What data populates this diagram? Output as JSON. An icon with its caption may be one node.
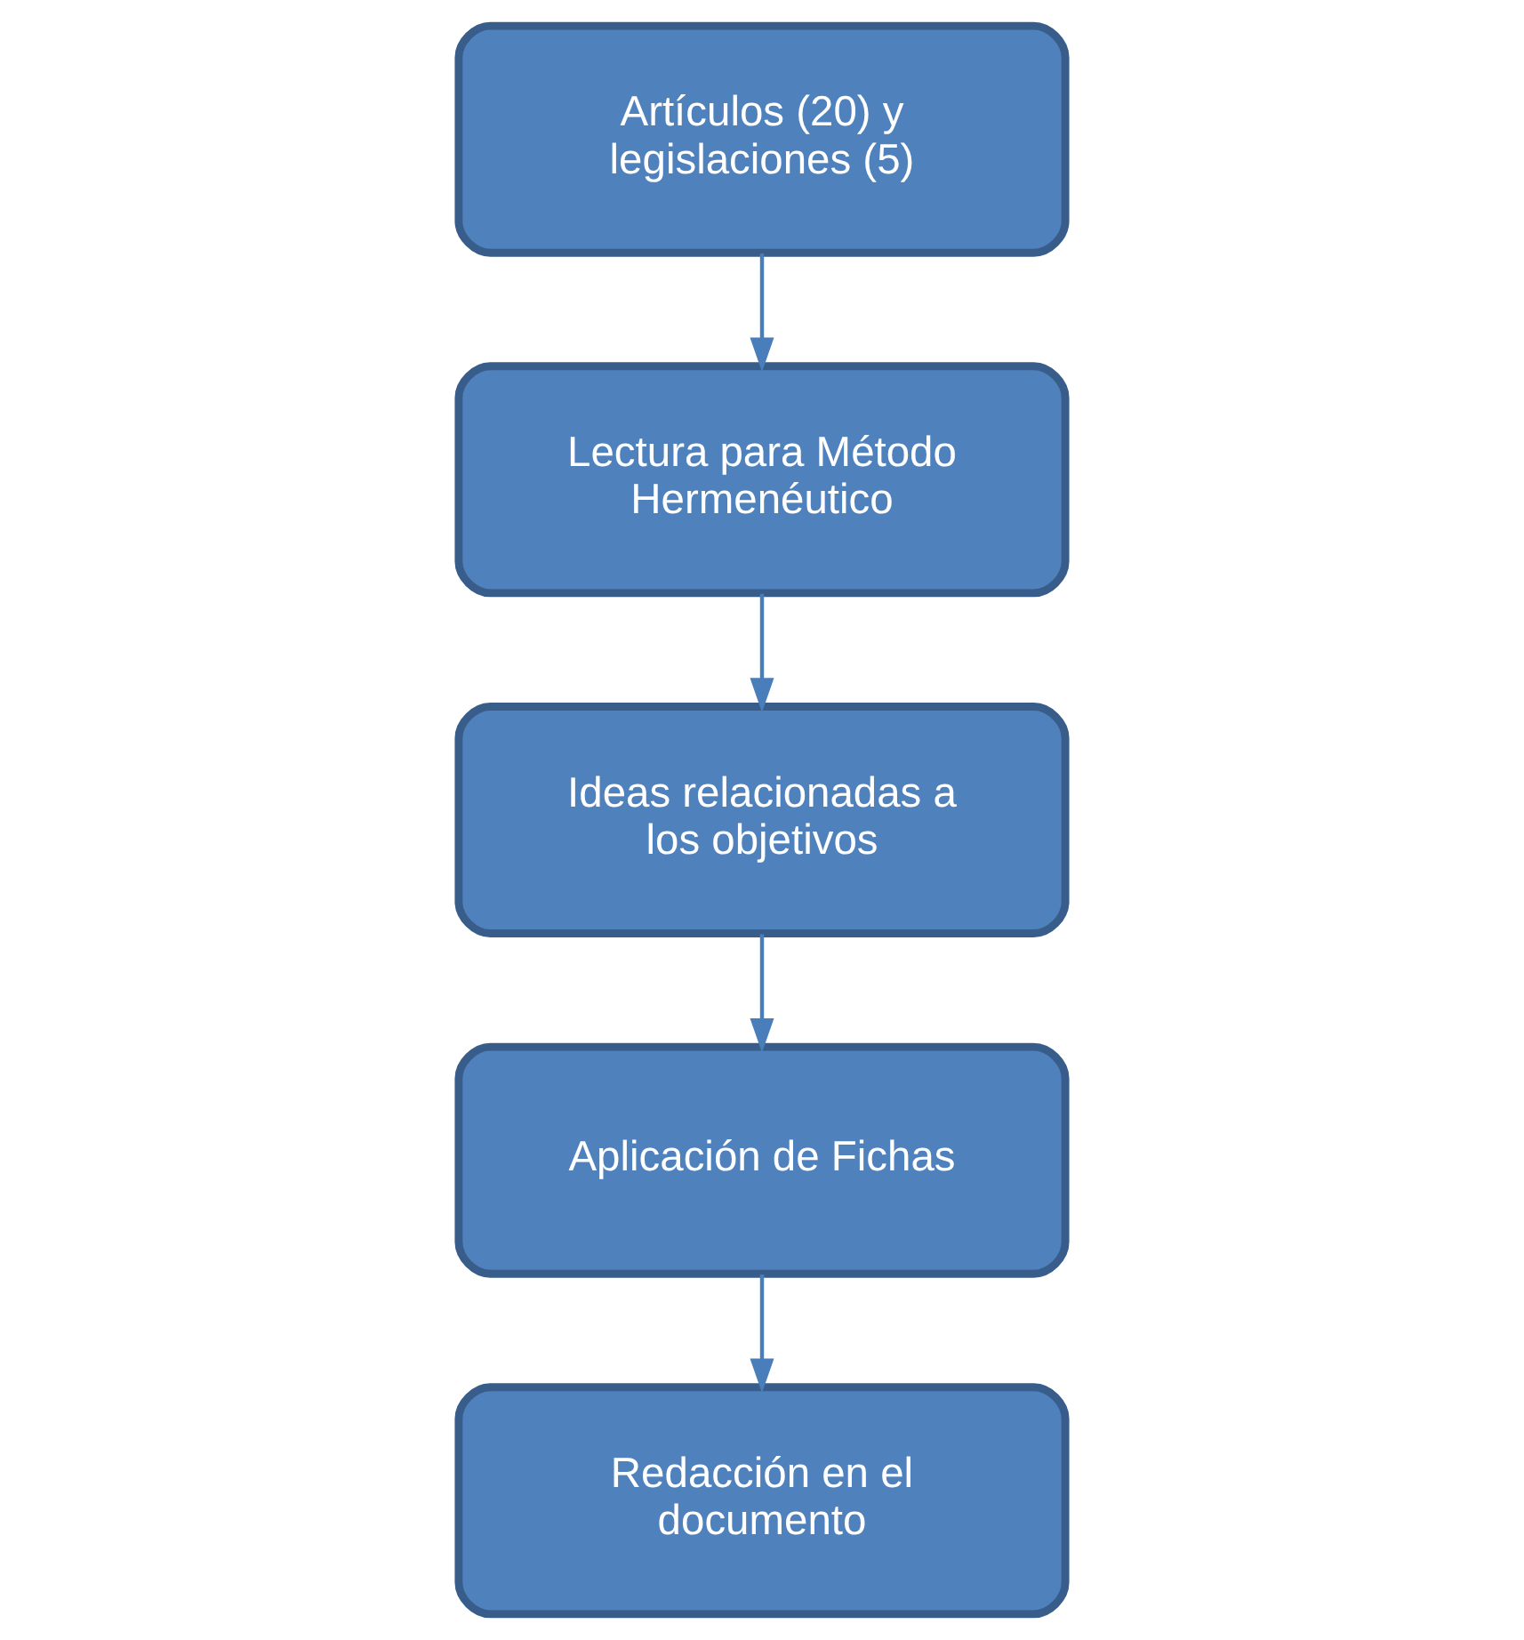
{
  "diagram": {
    "nodes": [
      {
        "text": [
          "Artículos (20) y legislaciones (5)"
        ]
      },
      {
        "text": [
          "Lectura para Método Hermenéutico"
        ]
      },
      {
        "text": [
          "Ideas relacionadas a los objetivos"
        ]
      },
      {
        "text": [
          "Aplicación de Fichas"
        ]
      },
      {
        "text": [
          "Redacción en el documento"
        ]
      }
    ],
    "edges": [
      {
        "from": 0,
        "to": 1,
        "arrow": "to"
      },
      {
        "from": 1,
        "to": 2,
        "arrow": "to"
      },
      {
        "from": 2,
        "to": 3,
        "arrow": "to"
      },
      {
        "from": 3,
        "to": 4,
        "arrow": "to"
      }
    ]
  }
}
